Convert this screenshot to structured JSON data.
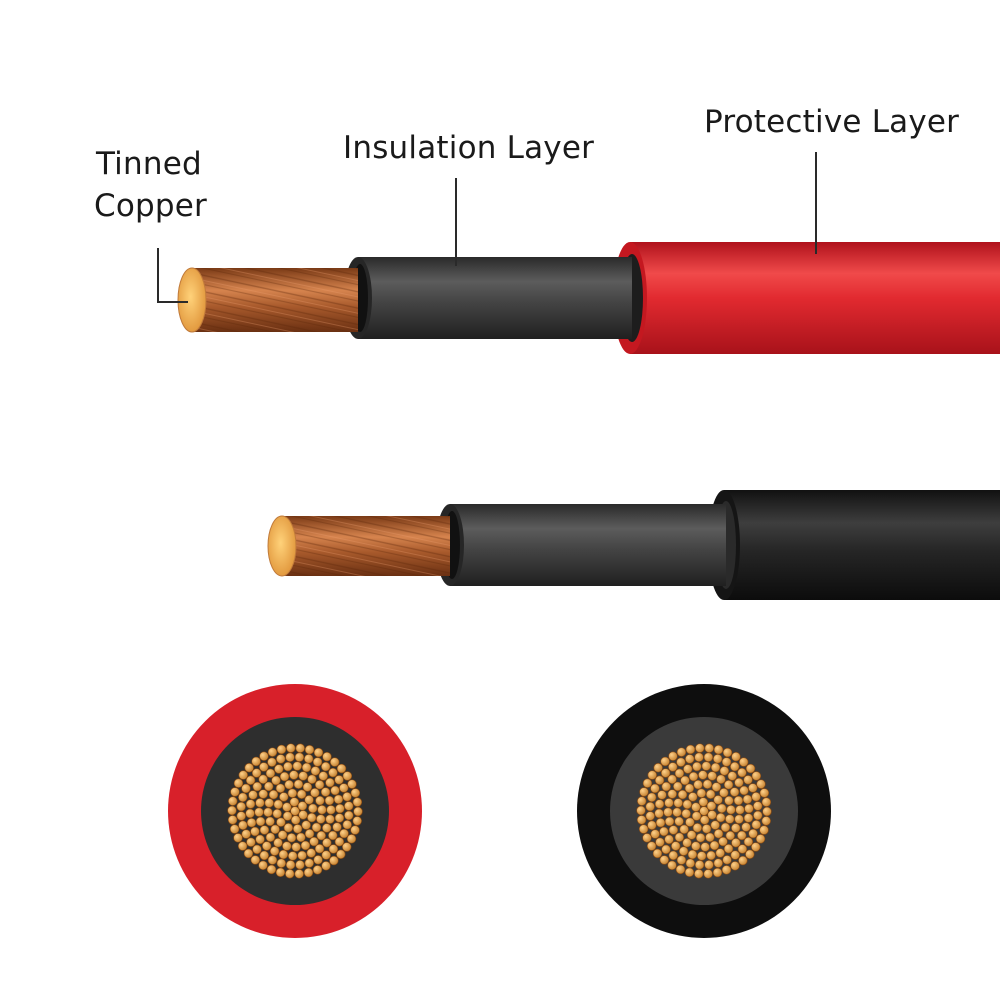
{
  "labels": {
    "tinned_copper_line1": "Tinned",
    "tinned_copper_line2": "Copper",
    "insulation_layer": "Insulation Layer",
    "protective_layer": "Protective Layer"
  },
  "colors": {
    "protective_red": "#d8202a",
    "protective_black": "#1c1c1c",
    "insulation_dark": "#3a3a3a",
    "copper": "#b8673a",
    "copper_end": "#f0b85a",
    "strand": "#e0a24a",
    "leader_line": "#2a2a2a"
  },
  "icons": [
    "red-cable-cutaway",
    "black-cable-cutaway",
    "red-cable-cross-section",
    "black-cable-cross-section"
  ]
}
